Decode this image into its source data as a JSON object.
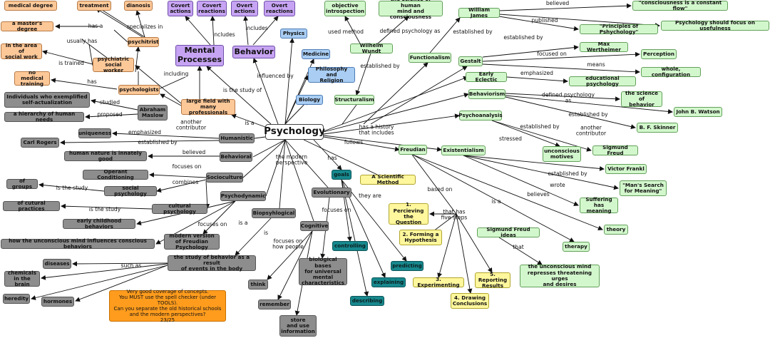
{
  "center": "Psychology",
  "comment": "Very good coverage of concepts.\nYou MUST use the spell checker (under TOOLS).\nCan you separate the old historical schools\nand the modern perspectives?\n23/25",
  "nodes": {
    "medical_degree": "medical degree",
    "treatment": "treatment",
    "dianosis": "dianosis",
    "masters_degree": "a master's degree",
    "psychitrist": "psychitrist",
    "social_work": "in the area of\nsocial work",
    "social_worker": "psychiatric\nsocial worker",
    "no_medical": "no medical\ntraining",
    "psychologists": "psychologists",
    "covert_actions": "Covert\nactions",
    "covert_reactions": "Covert\nreactions",
    "overt_actions": "Overt\nactions",
    "overt_reactions": "Overt\nreactions",
    "mental_processes": "Mental\nProcesses",
    "behavior": "Behavior",
    "physics": "Physics",
    "medicine": "Medicine",
    "philosophy": "Philosophy and\nReligion",
    "biology": "Biology",
    "objective_introspection": "objective\nintrospection",
    "science_mind": "the science of human\nmind and consciousness",
    "wilhelm": "Wilhelm Wundt",
    "structuralism": "Structuralism",
    "william_james": "William James",
    "consciousness": "\"consciousness is a constant flow\"",
    "usefulness": "Psychology should focus on usefulness",
    "principles": "\"Principles of Pshychology\"",
    "functionalism": "Functionalism",
    "gestalt": "Gestalt",
    "max": "Max Wertheimer",
    "perception": "Perception",
    "whole_config": "whole, configuration",
    "early_eclectic": "Early Eclectic",
    "educational": "educational psychology",
    "behaviorism": "Behaviorism",
    "science_behavior": "the science of\nbehavior",
    "watson": "John B. Watson",
    "skinner": "B. F. Skinner",
    "psychoanalysis": "Psychoanalysis",
    "sigmund": "Sigmund Freud",
    "unconscious_motives": "unconscious\nmotives",
    "existentialism": "Existentialism",
    "freudian": "Freudian",
    "frankl": "Victor Frankl",
    "mans_search": "\"Man's Search\nfor Meaning\"",
    "suffering": "Suffering\nhas meaning",
    "theory": "theory",
    "therapy": "therapy",
    "sigmund_ideas": "Sigmund Freud ideas",
    "unconscious_mind": "the unconscious mind\nrepresses threatening urges\nand desires",
    "individuals": "Individuals who exemplified\nself-actualization",
    "hierarchy": "a hierarchy of human needs",
    "maslow": "Abraham\nMaslow",
    "large_field": "large field with\nmany professionals",
    "uniqueness": "uniqueness",
    "carl_rogers": "Carl Rogers",
    "humanistic": "Humanistic",
    "innately_good": "human nature is innately good",
    "behavioral": "Behavioral",
    "operant": "Operant Conditioning",
    "sociocultural": "Socioculture",
    "of_groups": "of groups",
    "social_psychology": "social psychology",
    "cultural_practices": "of cutural practices",
    "cultural_psychology": "cultural psychology",
    "psychodynamic": "Psychodynamic",
    "early_childhood": "early childhood behaviors",
    "unconscious_influences": "how the unconscious mind influences conscious behaviors",
    "modern_freudian": "modern version\nof Freudian Psychology",
    "biopsyhological": "Biopsyhlogical",
    "study_behavior": "the study of behavior as a result\nof events in the body",
    "diseases": "diseases",
    "chemicals": "chemicals\nin the brain",
    "heredity": "heredity",
    "hormones": "hormones",
    "cognitive": "Cognitive",
    "think": "think",
    "remember": "remember",
    "store_info": "store\nand use\ninformation",
    "evolutionary": "Evolutionary",
    "biological_bases": "biological bases\nfor universal\nmental\ncharacteristics",
    "goals": "goals",
    "controlling": "controlling",
    "explaining": "explaining",
    "describing": "describing",
    "predicting": "predicting",
    "scientific_method": "A Scientific Method",
    "step1": "1. Percieving\nthe\nQuestion",
    "step2": "2. Forming a\nHypothesis",
    "step3": "3. Experimenting",
    "step4": "4. Drawing\nConclusions",
    "step5": "5. Reporting\nResults"
  },
  "labels": {
    "has_a": "has a",
    "specializes_in": "specializes in",
    "usually_has": "usually has",
    "is_trained": "is trained",
    "has": "has",
    "including": "including",
    "includes_1": "includes",
    "includes_2": "includes",
    "is_the_study_of": "is the study of",
    "influenced_by": "influenced by",
    "used_method": "used method",
    "defined_psychology_as": "defined psychology as",
    "established_by_1": "established by",
    "established_by_2": "established by",
    "believed": "believed",
    "published": "published",
    "established_by_3": "established by",
    "focused_on": "focused on",
    "means": "means",
    "emphasized_1": "emphasized",
    "defined_psychology_as_2": "defined psychology\nas",
    "established_by_4": "established by",
    "another_contributor_1": "another\ncontributor",
    "established_by_5": "established by",
    "stressed": "stressed",
    "has_a_history": "has a history\nthat includes",
    "follows": "follows",
    "established_by_6": "established by",
    "wrote": "wrote",
    "believes": "believes",
    "is_a_1": "is a",
    "that": "that",
    "based_on": "based on",
    "that_has_five_steps": "that has\nfive steps",
    "studied": "studied",
    "proposed": "proposed",
    "is_a_2": "is a",
    "another_contributor_2": "another\ncontributor",
    "emphasized_2": "emphasized",
    "established_by_7": "established by",
    "believed_2": "believed",
    "the_modern_perspective": "the modern\nperspective",
    "focuses_on_1": "focuses on",
    "combines": "combines",
    "is_the_study": "is the study",
    "is_the_study_2": "is the study",
    "focuses_on_2": "focuses on",
    "is_a_3": "is a",
    "is": "is",
    "such_as": "such as",
    "focuses_on_how_people": "focuses on\nhow people",
    "focuses_on_3": "focuses on",
    "has_2": "has",
    "they_are": "they are"
  }
}
